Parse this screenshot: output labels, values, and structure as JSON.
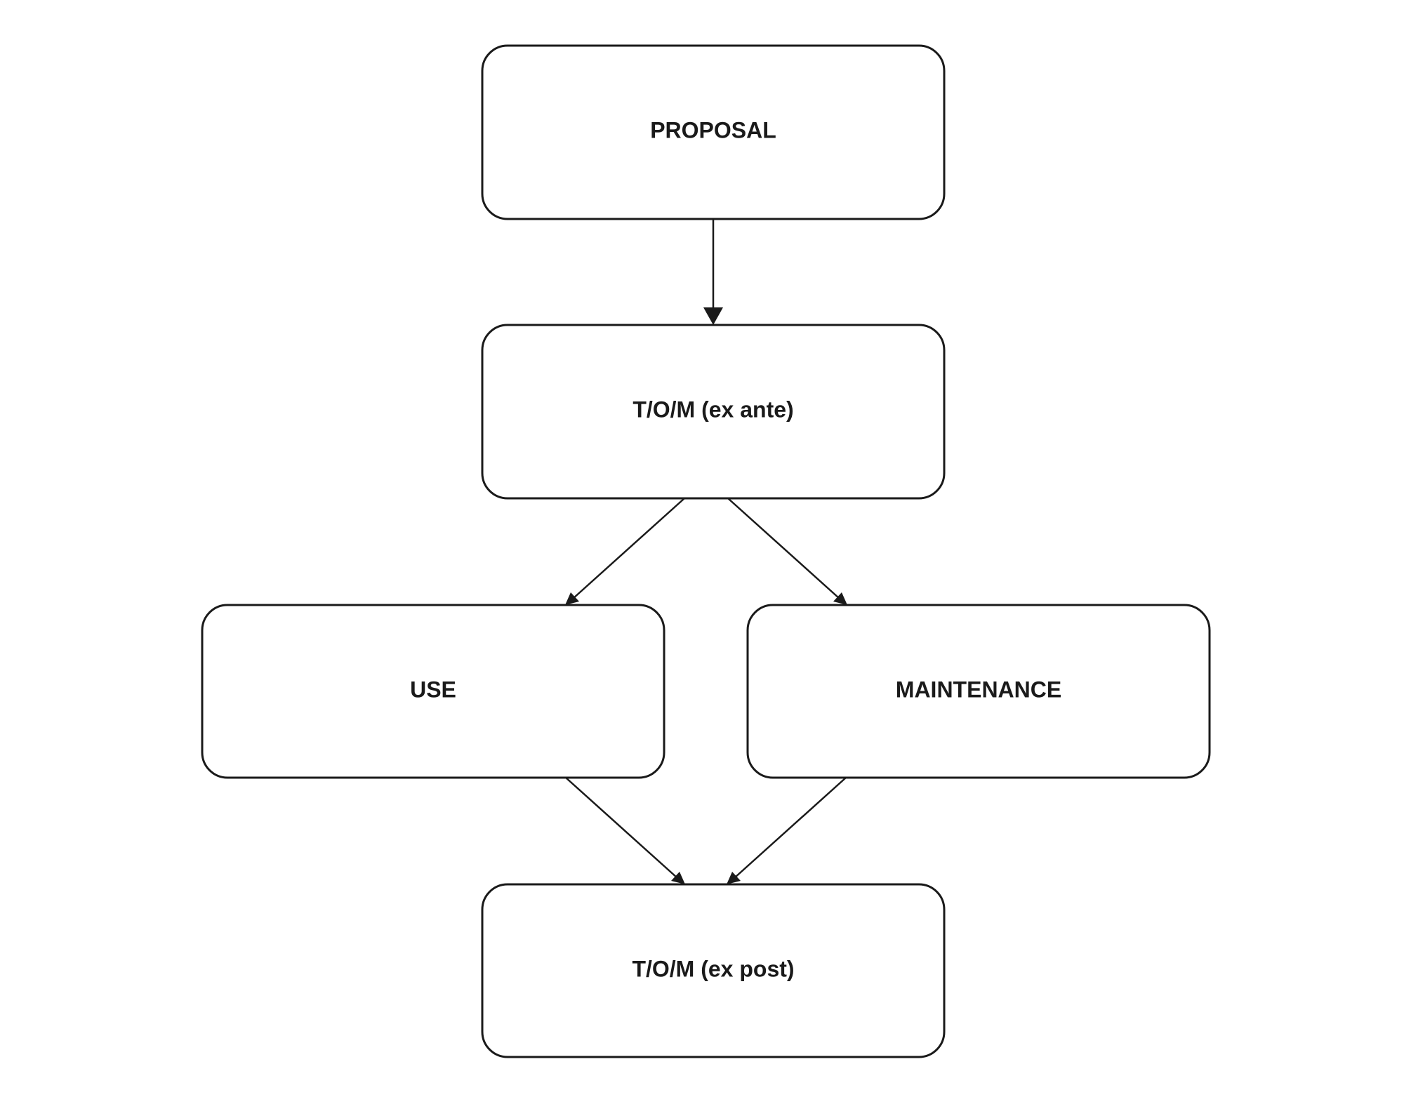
{
  "diagram": {
    "nodes": [
      {
        "id": "proposal",
        "label": "PROPOSAL"
      },
      {
        "id": "tom-ex-ante",
        "label": "T/O/M (ex ante)"
      },
      {
        "id": "use",
        "label": "USE"
      },
      {
        "id": "maintenance",
        "label": "MAINTENANCE"
      },
      {
        "id": "tom-ex-post",
        "label": "T/O/M (ex post)"
      }
    ],
    "edges": [
      {
        "from": "proposal",
        "to": "tom-ex-ante"
      },
      {
        "from": "tom-ex-ante",
        "to": "use"
      },
      {
        "from": "tom-ex-ante",
        "to": "maintenance"
      },
      {
        "from": "use",
        "to": "tom-ex-post"
      },
      {
        "from": "maintenance",
        "to": "tom-ex-post"
      }
    ],
    "colors": {
      "stroke": "#1a1a1a",
      "background": "#ffffff"
    }
  }
}
